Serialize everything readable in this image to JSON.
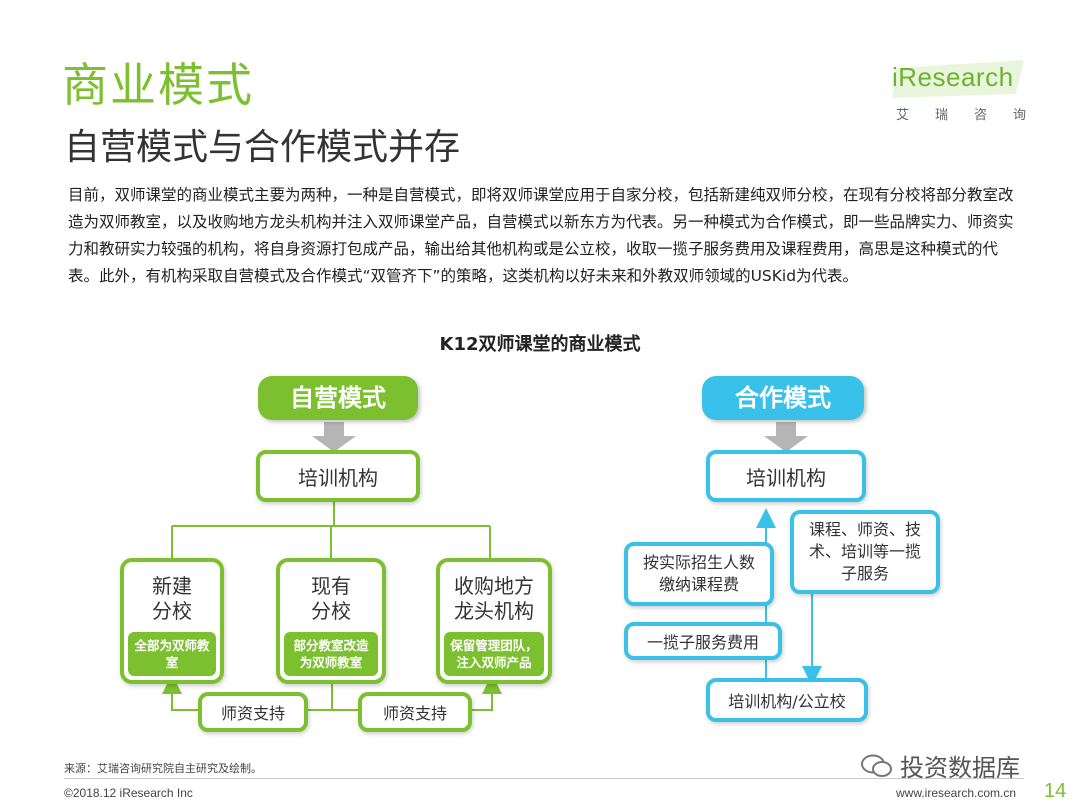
{
  "header": {
    "title": "商业模式",
    "subtitle": "自营模式与合作模式并存"
  },
  "logo": {
    "wordmark": "iResearch",
    "chinese": [
      "艾",
      "瑞",
      "咨",
      "询"
    ]
  },
  "paragraph": "目前，双师课堂的商业模式主要为两种，一种是自营模式，即将双师课堂应用于自家分校，包括新建纯双师分校，在现有分校将部分教室改造为双师教室，以及收购地方龙头机构并注入双师课堂产品，自营模式以新东方为代表。另一种模式为合作模式，即一些品牌实力、师资实力和教研实力较强的机构，将自身资源打包成产品，输出给其他机构或是公立校，收取一揽子服务费用及课程费用，高思是这种模式的代表。此外，有机构采取自营模式及合作模式“双管齐下”的策略，这类机构以好未来和外教双师领域的USKid为代表。",
  "diagram": {
    "title": "K12双师课堂的商业模式",
    "self_run": {
      "banner": "自营模式",
      "org": "培训机构",
      "branches": [
        {
          "title": "新建\n分校",
          "desc": "全部为双师教室"
        },
        {
          "title": "现有\n分校",
          "desc": "部分教室改造为双师教室"
        },
        {
          "title": "收购地方\n龙头机构",
          "desc": "保留管理团队，注入双师产品"
        }
      ],
      "support_labels": [
        "师资支持",
        "师资支持"
      ]
    },
    "cooperation": {
      "banner": "合作模式",
      "org": "培训机构",
      "fee_by_enrollment": "按实际招生人数缴纳课程费",
      "package_fee": "一揽子服务费用",
      "package_services": "课程、师资、技术、培训等一揽子服务",
      "target": "培训机构/公立校"
    },
    "colors": {
      "green": "#7cbf2f",
      "blue": "#3ac1ea",
      "arrow_gray": "#b5b5b5"
    }
  },
  "footer": {
    "source": "来源：艾瑞咨询研究院自主研究及绘制。",
    "copyright": "©2018.12 iResearch Inc",
    "url": "www.iresearch.com.cn",
    "page": "14",
    "watermark": "投资数据库"
  }
}
